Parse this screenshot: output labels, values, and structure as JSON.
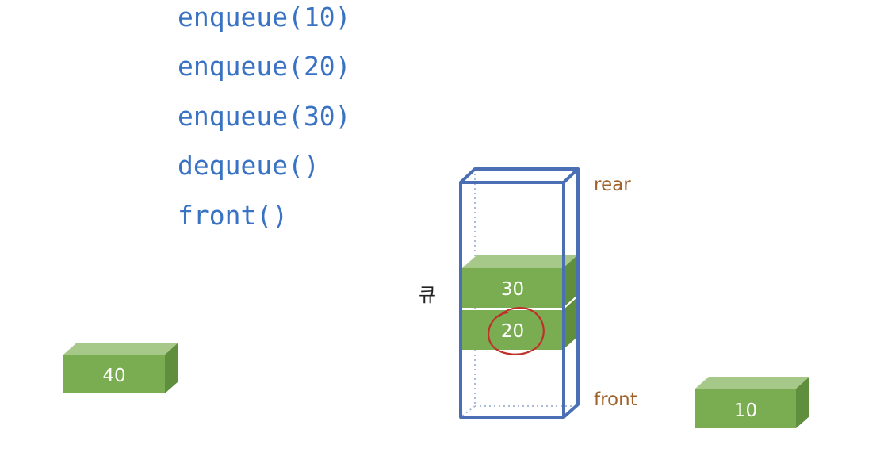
{
  "operations": [
    "enqueue(10)",
    "enqueue(20)",
    "enqueue(30)",
    "dequeue()",
    "front()"
  ],
  "queue": {
    "name": "큐",
    "rear_label": "rear",
    "front_label": "front",
    "items": [
      "30",
      "20"
    ],
    "highlighted_item": "20"
  },
  "blocks": {
    "left_value": "40",
    "right_value": "10"
  },
  "colors": {
    "code": "#3a73c4",
    "queue_outline": "#4a6fb5",
    "block_front": "#7aad52",
    "block_top": "#a6c98a",
    "block_side": "#5f8f3c",
    "pointer_label": "#a0622b",
    "annotation": "#c0302a"
  }
}
